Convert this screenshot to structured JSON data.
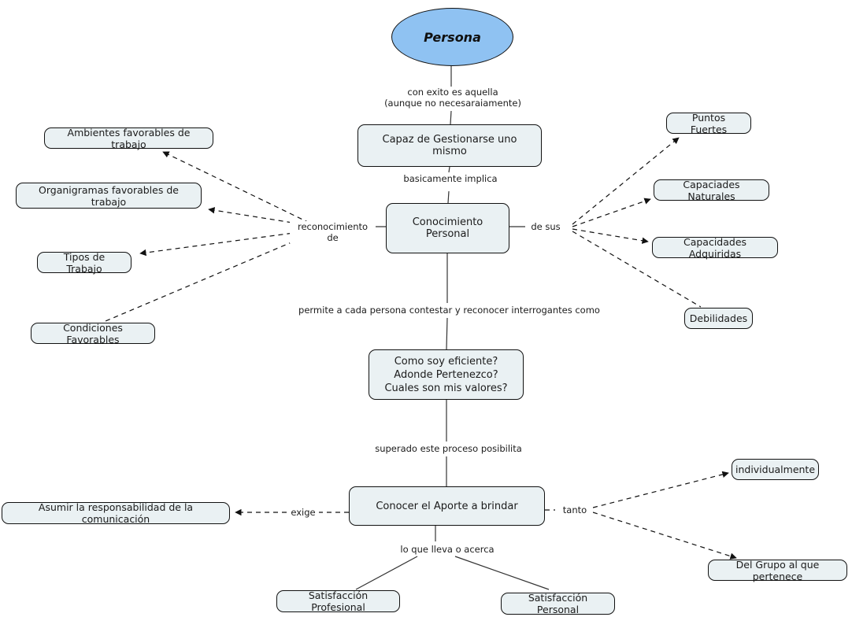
{
  "diagram": {
    "title": "Persona - Mapa Conceptual",
    "colors": {
      "root_fill": "#8fc2f2",
      "node_fill": "#eaf1f3",
      "stroke": "#111111",
      "background": "#ffffff"
    }
  },
  "nodes": {
    "persona": "Persona",
    "capaz_gestionarse": "Capaz de Gestionarse uno mismo",
    "conocimiento_personal": "Conocimiento Personal",
    "ambientes_favorables": "Ambientes favorables de trabajo",
    "organigramas_favorables": "Organigramas favorables de trabajo",
    "tipos_de_trabajo": "Tipos de Trabajo",
    "condiciones_favorables": "Condiciones Favorables",
    "puntos_fuertes": "Puntos Fuertes",
    "capaciades_naturales": "Capaciades Naturales",
    "capacidades_adquiridas": "Capacidades Adquiridas",
    "debilidades": "Debilidades",
    "interrogantes": "Como soy eficiente?\nAdonde Pertenezco?\nCuales son mis valores?",
    "conocer_aporte": "Conocer el Aporte a brindar",
    "asumir_responsabilidad": "Asumir la responsabilidad de la comunicación",
    "individualmente": "individualmente",
    "del_grupo": "Del Grupo al que pertenece",
    "satisfaccion_profesional": "Satisfacción Profesional",
    "satisfaccion_personal": "Satisfacción Personal"
  },
  "edge_labels": {
    "con_exito": "con exito es aquella\n(aunque no necesaraiamente)",
    "basicamente_implica": "basicamente implica",
    "reconocimiento_de": "reconocimiento de",
    "de_sus": "de sus",
    "permite_contestar": "permite a cada persona contestar y reconocer interrogantes como",
    "superado_proceso": "superado este proceso posibilita",
    "exige": "exige",
    "tanto": "tanto",
    "lo_que_lleva": "lo que lleva o acerca"
  }
}
